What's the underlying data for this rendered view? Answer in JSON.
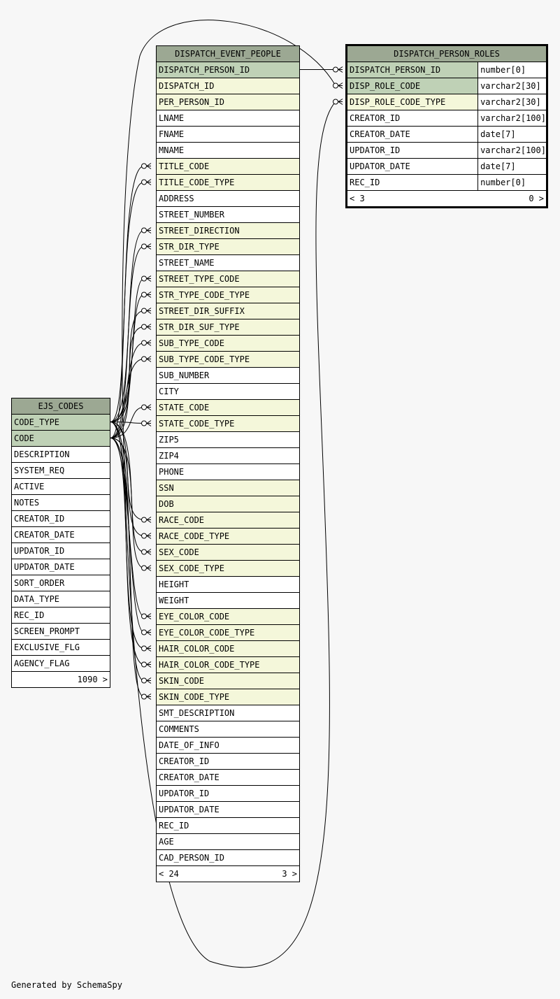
{
  "footer": "Generated by SchemaSpy",
  "colors": {
    "header": "#9ca893",
    "primary_key": "#bfd1b6",
    "foreign_key": "#f4f7da",
    "plain": "#ffffff",
    "background": "#f7f7f7"
  },
  "tables": {
    "dispatch_event_people": {
      "name": "DISPATCH_EVENT_PEOPLE",
      "columns": [
        {
          "name": "DISPATCH_PERSON_ID",
          "kind": "pk"
        },
        {
          "name": "DISPATCH_ID",
          "kind": "fk"
        },
        {
          "name": "PER_PERSON_ID",
          "kind": "fk"
        },
        {
          "name": "LNAME",
          "kind": "plain"
        },
        {
          "name": "FNAME",
          "kind": "plain"
        },
        {
          "name": "MNAME",
          "kind": "plain"
        },
        {
          "name": "TITLE_CODE",
          "kind": "fk"
        },
        {
          "name": "TITLE_CODE_TYPE",
          "kind": "fk"
        },
        {
          "name": "ADDRESS",
          "kind": "plain"
        },
        {
          "name": "STREET_NUMBER",
          "kind": "plain"
        },
        {
          "name": "STREET_DIRECTION",
          "kind": "fk"
        },
        {
          "name": "STR_DIR_TYPE",
          "kind": "fk"
        },
        {
          "name": "STREET_NAME",
          "kind": "plain"
        },
        {
          "name": "STREET_TYPE_CODE",
          "kind": "fk"
        },
        {
          "name": "STR_TYPE_CODE_TYPE",
          "kind": "fk"
        },
        {
          "name": "STREET_DIR_SUFFIX",
          "kind": "fk"
        },
        {
          "name": "STR_DIR_SUF_TYPE",
          "kind": "fk"
        },
        {
          "name": "SUB_TYPE_CODE",
          "kind": "fk"
        },
        {
          "name": "SUB_TYPE_CODE_TYPE",
          "kind": "fk"
        },
        {
          "name": "SUB_NUMBER",
          "kind": "plain"
        },
        {
          "name": "CITY",
          "kind": "plain"
        },
        {
          "name": "STATE_CODE",
          "kind": "fk"
        },
        {
          "name": "STATE_CODE_TYPE",
          "kind": "fk"
        },
        {
          "name": "ZIP5",
          "kind": "plain"
        },
        {
          "name": "ZIP4",
          "kind": "plain"
        },
        {
          "name": "PHONE",
          "kind": "plain"
        },
        {
          "name": "SSN",
          "kind": "fk"
        },
        {
          "name": "DOB",
          "kind": "fk"
        },
        {
          "name": "RACE_CODE",
          "kind": "fk"
        },
        {
          "name": "RACE_CODE_TYPE",
          "kind": "fk"
        },
        {
          "name": "SEX_CODE",
          "kind": "fk"
        },
        {
          "name": "SEX_CODE_TYPE",
          "kind": "fk"
        },
        {
          "name": "HEIGHT",
          "kind": "plain"
        },
        {
          "name": "WEIGHT",
          "kind": "plain"
        },
        {
          "name": "EYE_COLOR_CODE",
          "kind": "fk"
        },
        {
          "name": "EYE_COLOR_CODE_TYPE",
          "kind": "fk"
        },
        {
          "name": "HAIR_COLOR_CODE",
          "kind": "fk"
        },
        {
          "name": "HAIR_COLOR_CODE_TYPE",
          "kind": "fk"
        },
        {
          "name": "SKIN_CODE",
          "kind": "fk"
        },
        {
          "name": "SKIN_CODE_TYPE",
          "kind": "fk"
        },
        {
          "name": "SMT_DESCRIPTION",
          "kind": "plain"
        },
        {
          "name": "COMMENTS",
          "kind": "plain"
        },
        {
          "name": "DATE_OF_INFO",
          "kind": "plain"
        },
        {
          "name": "CREATOR_ID",
          "kind": "plain"
        },
        {
          "name": "CREATOR_DATE",
          "kind": "plain"
        },
        {
          "name": "UPDATOR_ID",
          "kind": "plain"
        },
        {
          "name": "UPDATOR_DATE",
          "kind": "plain"
        },
        {
          "name": "REC_ID",
          "kind": "plain"
        },
        {
          "name": "AGE",
          "kind": "plain"
        },
        {
          "name": "CAD_PERSON_ID",
          "kind": "plain"
        }
      ],
      "footer": {
        "left": "< 24",
        "right": "3 >"
      }
    },
    "dispatch_person_roles": {
      "name": "DISPATCH_PERSON_ROLES",
      "columns": [
        {
          "name": "DISPATCH_PERSON_ID",
          "type": "number[0]",
          "kind": "pk"
        },
        {
          "name": "DISP_ROLE_CODE",
          "type": "varchar2[30]",
          "kind": "pk"
        },
        {
          "name": "DISP_ROLE_CODE_TYPE",
          "type": "varchar2[30]",
          "kind": "fk"
        },
        {
          "name": "CREATOR_ID",
          "type": "varchar2[100]",
          "kind": "plain"
        },
        {
          "name": "CREATOR_DATE",
          "type": "date[7]",
          "kind": "plain"
        },
        {
          "name": "UPDATOR_ID",
          "type": "varchar2[100]",
          "kind": "plain"
        },
        {
          "name": "UPDATOR_DATE",
          "type": "date[7]",
          "kind": "plain"
        },
        {
          "name": "REC_ID",
          "type": "number[0]",
          "kind": "plain"
        }
      ],
      "footer": {
        "left": "< 3",
        "right": "0 >"
      }
    },
    "ejs_codes": {
      "name": "EJS_CODES",
      "columns": [
        {
          "name": "CODE_TYPE",
          "kind": "pk"
        },
        {
          "name": "CODE",
          "kind": "pk"
        },
        {
          "name": "DESCRIPTION",
          "kind": "plain"
        },
        {
          "name": "SYSTEM_REQ",
          "kind": "plain"
        },
        {
          "name": "ACTIVE",
          "kind": "plain"
        },
        {
          "name": "NOTES",
          "kind": "plain"
        },
        {
          "name": "CREATOR_ID",
          "kind": "plain"
        },
        {
          "name": "CREATOR_DATE",
          "kind": "plain"
        },
        {
          "name": "UPDATOR_ID",
          "kind": "plain"
        },
        {
          "name": "UPDATOR_DATE",
          "kind": "plain"
        },
        {
          "name": "SORT_ORDER",
          "kind": "plain"
        },
        {
          "name": "DATA_TYPE",
          "kind": "plain"
        },
        {
          "name": "REC_ID",
          "kind": "plain"
        },
        {
          "name": "SCREEN_PROMPT",
          "kind": "plain"
        },
        {
          "name": "EXCLUSIVE_FLG",
          "kind": "plain"
        },
        {
          "name": "AGENCY_FLAG",
          "kind": "plain"
        }
      ],
      "footer": {
        "left": "",
        "right": "1090 >"
      }
    }
  },
  "code_references": {
    "code_type": [
      "TITLE_CODE_TYPE",
      "STR_DIR_TYPE",
      "STR_TYPE_CODE_TYPE",
      "STR_DIR_SUF_TYPE",
      "SUB_TYPE_CODE_TYPE",
      "STATE_CODE_TYPE",
      "RACE_CODE_TYPE",
      "SEX_CODE_TYPE",
      "EYE_COLOR_CODE_TYPE",
      "HAIR_COLOR_CODE_TYPE",
      "SKIN_CODE_TYPE"
    ],
    "code": [
      "TITLE_CODE",
      "STREET_DIRECTION",
      "STREET_TYPE_CODE",
      "STREET_DIR_SUFFIX",
      "SUB_TYPE_CODE",
      "STATE_CODE",
      "RACE_CODE",
      "SEX_CODE",
      "EYE_COLOR_CODE",
      "HAIR_COLOR_CODE",
      "SKIN_CODE"
    ]
  }
}
